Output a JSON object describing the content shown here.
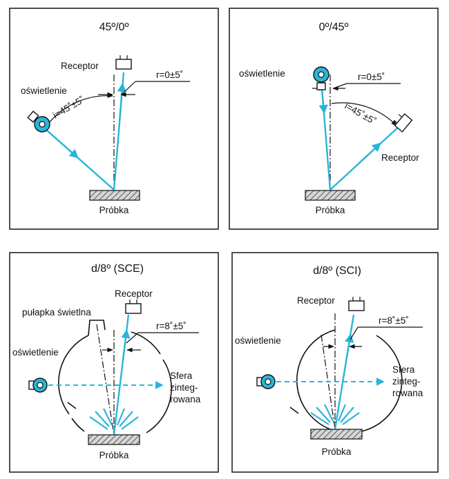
{
  "panels": [
    {
      "title": "45º/0º",
      "receptor": "Receptor",
      "illumination": "oświetlenie",
      "angle_r": "r=0±5˚",
      "angle_i": "i=45˚±5˚",
      "sample": "Próbka"
    },
    {
      "title": "0º/45º",
      "receptor": "Receptor",
      "illumination": "oświetlenie",
      "angle_r": "r=0±5˚",
      "angle_i": "i=45˚±5˚",
      "sample": "Próbka"
    },
    {
      "title": "d/8º (SCE)",
      "receptor": "Receptor",
      "light_trap": "pułapka świetlna",
      "illumination": "oświetlenie",
      "angle_r": "r=8˚±5˚",
      "sphere": [
        "Sfera",
        "zinteg-",
        "rowana"
      ],
      "sample": "Próbka"
    },
    {
      "title": "d/8º (SCI)",
      "receptor": "Receptor",
      "illumination": "oświetlenie",
      "angle_r": "r=8˚±5˚",
      "sphere": [
        "Sfera",
        "zinteg-",
        "rowana"
      ],
      "sample": "Próbka"
    }
  ],
  "colors": {
    "beam": "#29b5d8",
    "line": "#111111",
    "hatch": "#555555"
  },
  "icons": [
    "light-source-icon",
    "receptor-icon",
    "sample-hatch"
  ]
}
